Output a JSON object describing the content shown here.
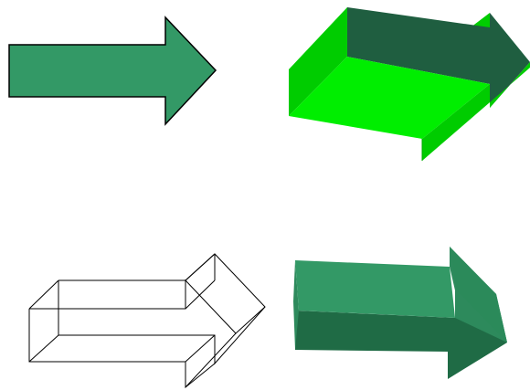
{
  "figure": {
    "panels": [
      {
        "id": "flat-arrow",
        "shape": "arrow-right-icon",
        "style": "flat",
        "fill": "#339966",
        "stroke": "#000000"
      },
      {
        "id": "extruded-arrow-bright",
        "shape": "arrow-right-icon",
        "style": "3d-extruded",
        "colors": {
          "top": "#1f5e40",
          "front": "#00ee00",
          "side": "#00cc00",
          "edge": "#00aa00"
        }
      },
      {
        "id": "wireframe-arrow",
        "shape": "arrow-right-icon",
        "style": "3d-wireframe",
        "stroke": "#000000"
      },
      {
        "id": "extruded-arrow-green",
        "shape": "arrow-right-icon",
        "style": "3d-extruded",
        "colors": {
          "top": "#339966",
          "front": "#1f6b45",
          "side": "#2d8a5c",
          "head_top": "#2b8a5a"
        }
      }
    ]
  }
}
